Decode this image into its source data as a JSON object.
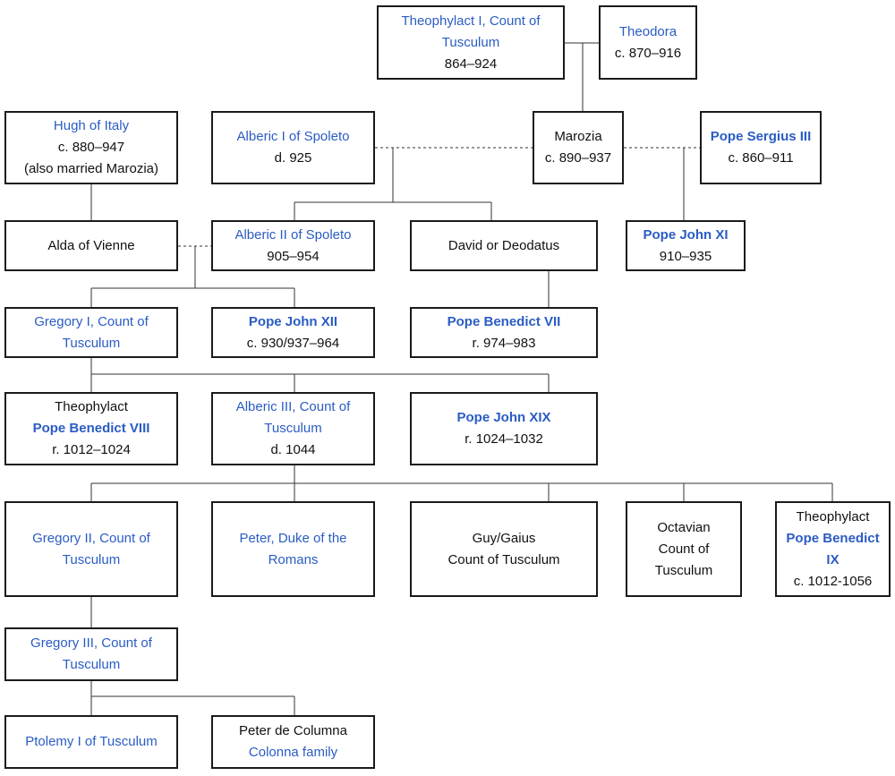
{
  "colors": {
    "link": "#2a5cc4",
    "text": "#111111",
    "border": "#1a1a1a",
    "line": "#333333"
  },
  "people": [
    {
      "id": "theophylact1",
      "lines": [
        {
          "text": "Theophylact I, Count of",
          "style": "link"
        },
        {
          "text": "Tusculum",
          "style": "link"
        },
        {
          "text": "864–924",
          "style": "dark"
        }
      ]
    },
    {
      "id": "theodora",
      "lines": [
        {
          "text": "Theodora",
          "style": "link"
        },
        {
          "text": "c. 870–916",
          "style": "dark"
        }
      ]
    },
    {
      "id": "hugh",
      "lines": [
        {
          "text": "Hugh of Italy",
          "style": "link"
        },
        {
          "text": "c. 880–947",
          "style": "dark"
        },
        {
          "text": "(also married Marozia)",
          "style": "dark"
        }
      ]
    },
    {
      "id": "alberic1",
      "lines": [
        {
          "text": "Alberic I of Spoleto",
          "style": "link"
        },
        {
          "text": "d. 925",
          "style": "dark"
        }
      ]
    },
    {
      "id": "marozia",
      "lines": [
        {
          "text": "Marozia",
          "style": "dark"
        },
        {
          "text": "c. 890–937",
          "style": "dark"
        }
      ]
    },
    {
      "id": "sergius",
      "lines": [
        {
          "text": "Pope Sergius III",
          "style": "link bold"
        },
        {
          "text": "c. 860–911",
          "style": "dark"
        }
      ]
    },
    {
      "id": "alda",
      "lines": [
        {
          "text": "Alda of Vienne",
          "style": "dark"
        }
      ]
    },
    {
      "id": "alberic2",
      "lines": [
        {
          "text": "Alberic II of Spoleto",
          "style": "link"
        },
        {
          "text": "905–954",
          "style": "dark"
        }
      ]
    },
    {
      "id": "david",
      "lines": [
        {
          "text": "David or Deodatus",
          "style": "dark"
        }
      ]
    },
    {
      "id": "john11",
      "lines": [
        {
          "text": "Pope John XI",
          "style": "link bold"
        },
        {
          "text": "910–935",
          "style": "dark"
        }
      ]
    },
    {
      "id": "gregory1",
      "lines": [
        {
          "text": "Gregory I, Count of",
          "style": "link"
        },
        {
          "text": "Tusculum",
          "style": "link"
        }
      ]
    },
    {
      "id": "john12",
      "lines": [
        {
          "text": "Pope John XII",
          "style": "link bold"
        },
        {
          "text": "c. 930/937–964",
          "style": "dark"
        }
      ]
    },
    {
      "id": "benedict7",
      "lines": [
        {
          "text": "Pope Benedict VII",
          "style": "link bold"
        },
        {
          "text": "r. 974–983",
          "style": "dark"
        }
      ]
    },
    {
      "id": "benedict8",
      "lines": [
        {
          "text": "Theophylact",
          "style": "dark"
        },
        {
          "text": "Pope Benedict VIII",
          "style": "link bold"
        },
        {
          "text": "r. 1012–1024",
          "style": "dark"
        }
      ]
    },
    {
      "id": "alberic3",
      "lines": [
        {
          "text": "Alberic III, Count of",
          "style": "link"
        },
        {
          "text": "Tusculum",
          "style": "link"
        },
        {
          "text": "d. 1044",
          "style": "dark"
        }
      ]
    },
    {
      "id": "john19",
      "lines": [
        {
          "text": "Pope John XIX",
          "style": "link bold"
        },
        {
          "text": "r. 1024–1032",
          "style": "dark"
        }
      ]
    },
    {
      "id": "gregory2",
      "lines": [
        {
          "text": "Gregory II, Count of",
          "style": "link"
        },
        {
          "text": "Tusculum",
          "style": "link"
        }
      ]
    },
    {
      "id": "peter",
      "lines": [
        {
          "text": "Peter, Duke of the",
          "style": "link"
        },
        {
          "text": "Romans",
          "style": "link"
        }
      ]
    },
    {
      "id": "guy",
      "lines": [
        {
          "text": "Guy/Gaius",
          "style": "dark"
        },
        {
          "text": "Count of Tusculum",
          "style": "dark"
        }
      ]
    },
    {
      "id": "octavian",
      "lines": [
        {
          "text": "Octavian",
          "style": "dark"
        },
        {
          "text": "Count of",
          "style": "dark"
        },
        {
          "text": "Tusculum",
          "style": "dark"
        }
      ]
    },
    {
      "id": "benedict9",
      "lines": [
        {
          "text": "Theophylact",
          "style": "dark"
        },
        {
          "text": "Pope Benedict",
          "style": "link bold"
        },
        {
          "text": "IX",
          "style": "link bold"
        },
        {
          "text": "c. 1012-1056",
          "style": "dark"
        }
      ]
    },
    {
      "id": "gregory3",
      "lines": [
        {
          "text": "Gregory III, Count of",
          "style": "link"
        },
        {
          "text": "Tusculum",
          "style": "link"
        }
      ]
    },
    {
      "id": "ptolemy",
      "lines": [
        {
          "text": "Ptolemy I of Tusculum",
          "style": "link"
        }
      ]
    },
    {
      "id": "colonna",
      "lines": [
        {
          "text": "Peter de Columna",
          "style": "dark"
        },
        {
          "text": "Colonna family",
          "style": "link"
        }
      ]
    }
  ]
}
